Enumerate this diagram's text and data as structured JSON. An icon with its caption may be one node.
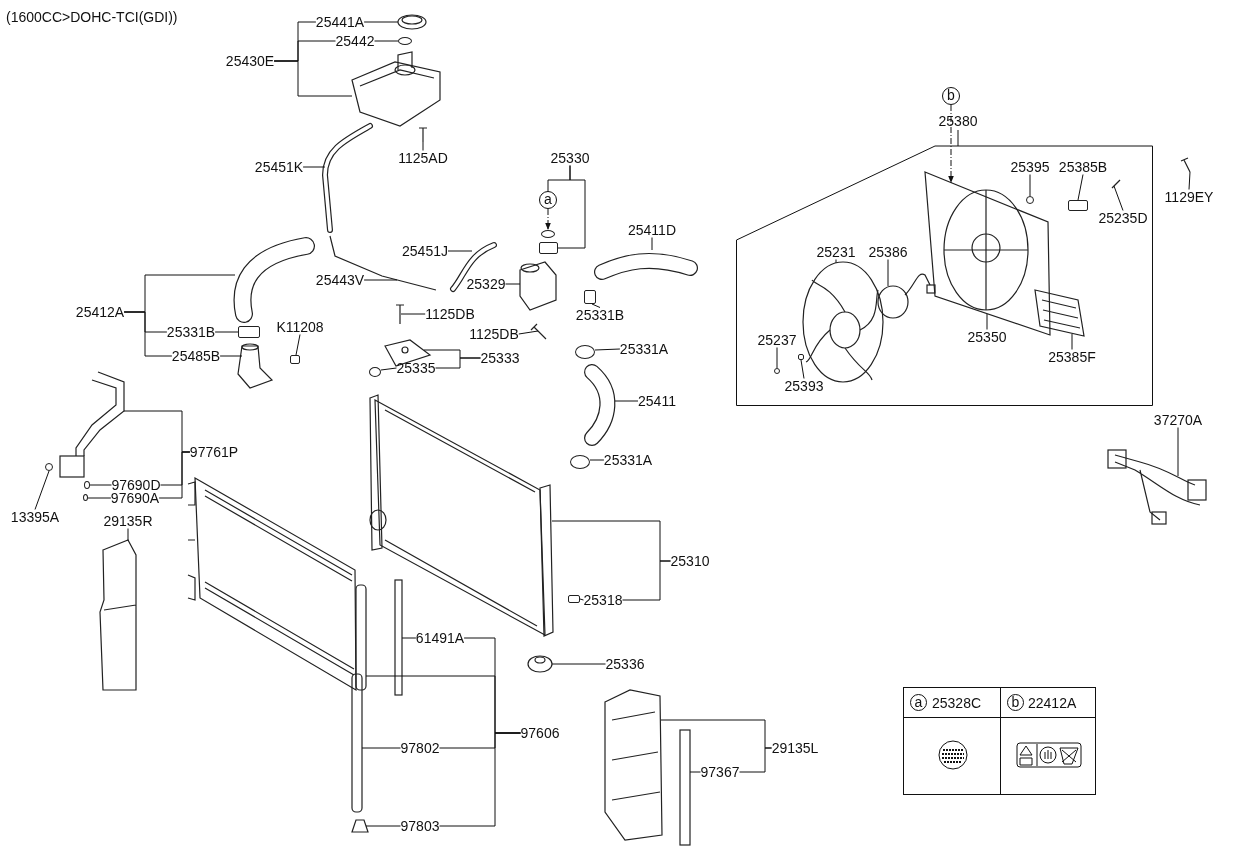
{
  "diagram": {
    "title": "(1600CC>DOHC-TCI(GDI))",
    "nodes": [
      {
        "text": [
          "25441A"
        ]
      },
      {
        "text": [
          "25442"
        ]
      },
      {
        "text": [
          "25430E"
        ]
      },
      {
        "text": [
          "1125AD"
        ]
      },
      {
        "text": [
          "25451K"
        ]
      },
      {
        "text": [
          "25451J"
        ]
      },
      {
        "text": [
          "25443V"
        ]
      },
      {
        "text": [
          "25330"
        ]
      },
      {
        "text": [
          "a"
        ]
      },
      {
        "text": [
          "25329"
        ]
      },
      {
        "text": [
          "25411D"
        ]
      },
      {
        "text": [
          "25331B"
        ]
      },
      {
        "text": [
          "25412A"
        ]
      },
      {
        "text": [
          "25331B"
        ]
      },
      {
        "text": [
          "25485B"
        ]
      },
      {
        "text": [
          "K11208"
        ]
      },
      {
        "text": [
          "1125DB"
        ]
      },
      {
        "text": [
          "1125DB"
        ]
      },
      {
        "text": [
          "25333"
        ]
      },
      {
        "text": [
          "25335"
        ]
      },
      {
        "text": [
          "25331A"
        ]
      },
      {
        "text": [
          "25411"
        ]
      },
      {
        "text": [
          "25331A"
        ]
      },
      {
        "text": [
          "97761P"
        ]
      },
      {
        "text": [
          "97690D"
        ]
      },
      {
        "text": [
          "97690A"
        ]
      },
      {
        "text": [
          "13395A"
        ]
      },
      {
        "text": [
          "29135R"
        ]
      },
      {
        "text": [
          "25310"
        ]
      },
      {
        "text": [
          "25318"
        ]
      },
      {
        "text": [
          "25336"
        ]
      },
      {
        "text": [
          "61491A"
        ]
      },
      {
        "text": [
          "97606"
        ]
      },
      {
        "text": [
          "97802"
        ]
      },
      {
        "text": [
          "97803"
        ]
      },
      {
        "text": [
          "29135L"
        ]
      },
      {
        "text": [
          "97367"
        ]
      },
      {
        "text": [
          "b"
        ]
      },
      {
        "text": [
          "25380"
        ]
      },
      {
        "text": [
          "25395"
        ],
        "in": 38
      },
      {
        "text": [
          "25385B"
        ],
        "in": 38
      },
      {
        "text": [
          "25235D"
        ],
        "in": 38
      },
      {
        "text": [
          "25231"
        ],
        "in": 38
      },
      {
        "text": [
          "25386"
        ],
        "in": 38
      },
      {
        "text": [
          "25350"
        ],
        "in": 38
      },
      {
        "text": [
          "25237"
        ],
        "in": 38
      },
      {
        "text": [
          "25393"
        ],
        "in": 38
      },
      {
        "text": [
          "25385F"
        ],
        "in": 38
      },
      {
        "text": [
          "1129EY"
        ]
      },
      {
        "text": [
          "37270A"
        ]
      },
      {
        "text": [],
        "shape": "picture"
      },
      {
        "text": [],
        "shape": "circle"
      },
      {
        "text": [],
        "shape": "picture"
      },
      {
        "text": [],
        "shape": "picture"
      },
      {
        "text": [],
        "shape": "picture"
      },
      {
        "text": [],
        "shape": "picture"
      },
      {
        "text": [],
        "shape": "picture"
      },
      {
        "text": [],
        "shape": "picture"
      },
      {
        "text": [],
        "shape": "box"
      },
      {
        "text": [],
        "shape": "picture"
      },
      {
        "text": [],
        "shape": "box"
      },
      {
        "text": [],
        "shape": "picture"
      },
      {
        "text": [],
        "shape": "picture"
      },
      {
        "text": [],
        "shape": "circle"
      },
      {
        "text": [],
        "shape": "picture"
      },
      {
        "text": [],
        "shape": "circle"
      },
      {
        "text": [],
        "shape": "box"
      },
      {
        "text": [],
        "shape": "box"
      },
      {
        "text": [],
        "shape": "picture"
      },
      {
        "text": [],
        "shape": "picture"
      },
      {
        "text": [],
        "shape": "circle"
      },
      {
        "text": [],
        "shape": "picture"
      },
      {
        "text": [],
        "shape": "circle"
      },
      {
        "text": [],
        "shape": "picture"
      },
      {
        "text": [],
        "shape": "box"
      },
      {
        "text": [],
        "shape": "picture"
      },
      {
        "text": [],
        "shape": "picture"
      },
      {
        "text": [],
        "shape": "picture"
      },
      {
        "text": [],
        "shape": "picture"
      },
      {
        "text": [],
        "shape": "picture"
      },
      {
        "text": [],
        "shape": "picture"
      },
      {
        "text": [],
        "shape": "circle"
      },
      {
        "text": [],
        "shape": "circle"
      },
      {
        "text": [],
        "shape": "circle"
      },
      {
        "text": [],
        "shape": "picture"
      },
      {
        "text": [],
        "shape": "picture"
      },
      {
        "text": [],
        "shape": "picture"
      },
      {
        "text": [],
        "shape": "picture",
        "in": 38
      },
      {
        "text": [],
        "shape": "circle",
        "in": 38
      },
      {
        "text": [],
        "shape": "box",
        "in": 38
      },
      {
        "text": [],
        "shape": "picture",
        "in": 38
      },
      {
        "text": [],
        "shape": "picture",
        "in": 38
      },
      {
        "text": [],
        "shape": "picture",
        "in": 38
      },
      {
        "text": [],
        "shape": "circle",
        "in": 38
      },
      {
        "text": [],
        "shape": "box",
        "in": 38
      },
      {
        "text": [],
        "shape": "picture",
        "in": 38
      },
      {
        "text": [],
        "shape": "picture"
      },
      {
        "text": [],
        "shape": "picture"
      }
    ],
    "edges": [
      {
        "from": 0,
        "to": 50,
        "arrow": "none"
      },
      {
        "from": 1,
        "to": 51,
        "arrow": "none"
      },
      {
        "from": 2,
        "to": 52,
        "arrow": "none"
      },
      {
        "from": 2,
        "to": 0,
        "arrow": "none"
      },
      {
        "from": 2,
        "to": 1,
        "arrow": "none"
      },
      {
        "from": 3,
        "to": 53,
        "arrow": "none"
      },
      {
        "from": 4,
        "to": 54,
        "arrow": "none"
      },
      {
        "from": 5,
        "to": 56,
        "arrow": "none"
      },
      {
        "from": 6,
        "to": 55,
        "arrow": "none"
      },
      {
        "from": 7,
        "to": 8,
        "arrow": "none"
      },
      {
        "from": 7,
        "to": 66,
        "arrow": "none"
      },
      {
        "from": 8,
        "to": 65,
        "arrow": "to",
        "style": "dashed"
      },
      {
        "from": 9,
        "to": 64,
        "arrow": "none"
      },
      {
        "from": 10,
        "to": 68,
        "arrow": "none"
      },
      {
        "from": 11,
        "to": 67,
        "arrow": "none"
      },
      {
        "from": 12,
        "to": 57,
        "arrow": "none"
      },
      {
        "from": 12,
        "to": 13,
        "arrow": "none"
      },
      {
        "from": 12,
        "to": 14,
        "arrow": "none"
      },
      {
        "from": 13,
        "to": 58,
        "arrow": "none"
      },
      {
        "from": 14,
        "to": 59,
        "arrow": "none"
      },
      {
        "from": 15,
        "to": 60,
        "arrow": "none"
      },
      {
        "from": 16,
        "to": 61,
        "arrow": "none"
      },
      {
        "from": 17,
        "to": 69,
        "arrow": "none"
      },
      {
        "from": 18,
        "to": 62,
        "arrow": "none"
      },
      {
        "from": 18,
        "to": 19,
        "arrow": "none"
      },
      {
        "from": 19,
        "to": 63,
        "arrow": "none"
      },
      {
        "from": 20,
        "to": 70,
        "arrow": "none"
      },
      {
        "from": 21,
        "to": 71,
        "arrow": "none"
      },
      {
        "from": 22,
        "to": 72,
        "arrow": "none"
      },
      {
        "from": 23,
        "to": 80,
        "arrow": "none"
      },
      {
        "from": 23,
        "to": 24,
        "arrow": "none"
      },
      {
        "from": 23,
        "to": 25,
        "arrow": "none"
      },
      {
        "from": 24,
        "to": 81,
        "arrow": "none"
      },
      {
        "from": 25,
        "to": 82,
        "arrow": "none"
      },
      {
        "from": 26,
        "to": 83,
        "arrow": "none"
      },
      {
        "from": 27,
        "to": 84,
        "arrow": "none"
      },
      {
        "from": 28,
        "to": 73,
        "arrow": "none"
      },
      {
        "from": 28,
        "to": 29,
        "arrow": "none"
      },
      {
        "from": 29,
        "to": 74,
        "arrow": "none"
      },
      {
        "from": 30,
        "to": 75,
        "arrow": "none"
      },
      {
        "from": 31,
        "to": 79,
        "arrow": "none"
      },
      {
        "from": 32,
        "to": 76,
        "arrow": "none"
      },
      {
        "from": 32,
        "to": 31,
        "arrow": "none"
      },
      {
        "from": 32,
        "to": 33,
        "arrow": "none"
      },
      {
        "from": 32,
        "to": 34,
        "arrow": "none"
      },
      {
        "from": 33,
        "to": 77,
        "arrow": "none"
      },
      {
        "from": 34,
        "to": 78,
        "arrow": "none"
      },
      {
        "from": 35,
        "to": 85,
        "arrow": "none"
      },
      {
        "from": 35,
        "to": 36,
        "arrow": "none"
      },
      {
        "from": 36,
        "to": 86,
        "arrow": "none"
      },
      {
        "from": 37,
        "to": 87,
        "arrow": "to",
        "style": "dashed"
      },
      {
        "from": 39,
        "to": 88,
        "arrow": "none"
      },
      {
        "from": 40,
        "to": 89,
        "arrow": "none"
      },
      {
        "from": 41,
        "to": 90,
        "arrow": "none"
      },
      {
        "from": 42,
        "to": 91,
        "arrow": "none"
      },
      {
        "from": 43,
        "to": 92,
        "arrow": "none"
      },
      {
        "from": 44,
        "to": 87,
        "arrow": "none"
      },
      {
        "from": 45,
        "to": 93,
        "arrow": "none"
      },
      {
        "from": 46,
        "to": 94,
        "arrow": "none"
      },
      {
        "from": 47,
        "to": 95,
        "arrow": "none"
      },
      {
        "from": 48,
        "to": 96,
        "arrow": "none"
      },
      {
        "from": 49,
        "to": 97,
        "arrow": "none"
      }
    ],
    "labels": [
      "a",
      "25328C",
      "b",
      "22412A"
    ]
  }
}
